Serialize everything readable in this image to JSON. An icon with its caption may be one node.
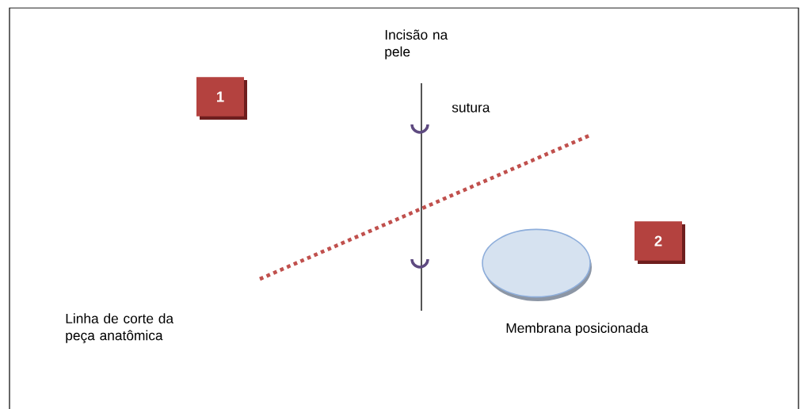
{
  "diagram": {
    "nodes": [
      {
        "text": [
          "1"
        ]
      },
      {
        "text": [
          "2"
        ]
      },
      {
        "text": [],
        "shape": "circle",
        "beside": [
          "Membrana posicionada"
        ]
      }
    ],
    "labels": [
      "Incisão na pele",
      "sutura",
      "Linha de corte da peça anatômica"
    ]
  }
}
